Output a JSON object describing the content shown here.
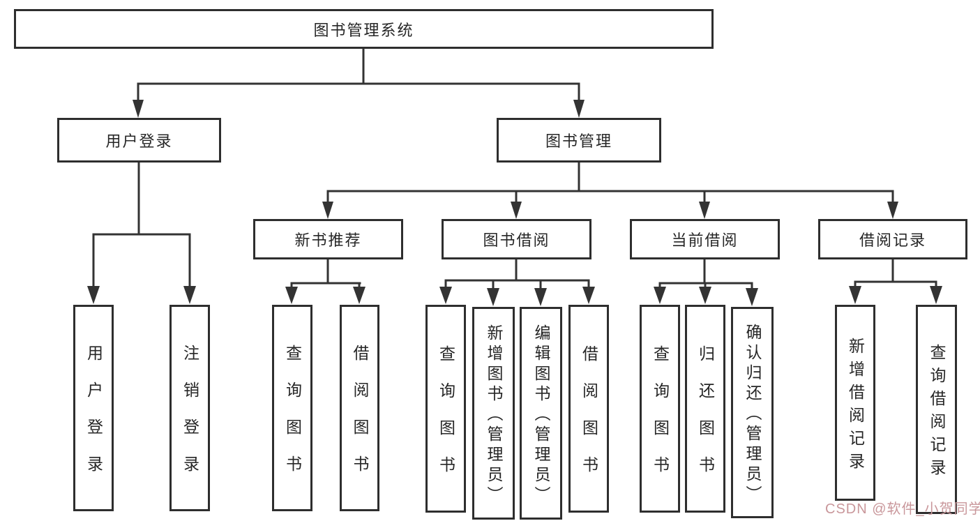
{
  "diagram": {
    "root": {
      "label": "图书管理系统"
    },
    "branches": [
      {
        "label": "用户登录",
        "children": [
          {
            "label": "用户登录"
          },
          {
            "label": "注销登录"
          }
        ]
      },
      {
        "label": "图书管理",
        "children": [
          {
            "label": "新书推荐",
            "children": [
              {
                "label": "查询图书"
              },
              {
                "label": "借阅图书"
              }
            ]
          },
          {
            "label": "图书借阅",
            "children": [
              {
                "label": "查询图书"
              },
              {
                "label": "新增图书（管理员）"
              },
              {
                "label": "编辑图书（管理员）"
              },
              {
                "label": "借阅图书"
              }
            ]
          },
          {
            "label": "当前借阅",
            "children": [
              {
                "label": "查询图书"
              },
              {
                "label": "归还图书"
              },
              {
                "label": "确认归还（管理员）"
              }
            ]
          },
          {
            "label": "借阅记录",
            "children": [
              {
                "label": "新增借阅记录"
              },
              {
                "label": "查询借阅记录"
              }
            ]
          }
        ]
      }
    ]
  },
  "watermark": {
    "text": "CSDN @软件_小贺同学",
    "color": "#c9979b"
  },
  "colors": {
    "line": "#333333",
    "border": "#2e2e2e",
    "text": "#262626",
    "background": "#ffffff"
  }
}
